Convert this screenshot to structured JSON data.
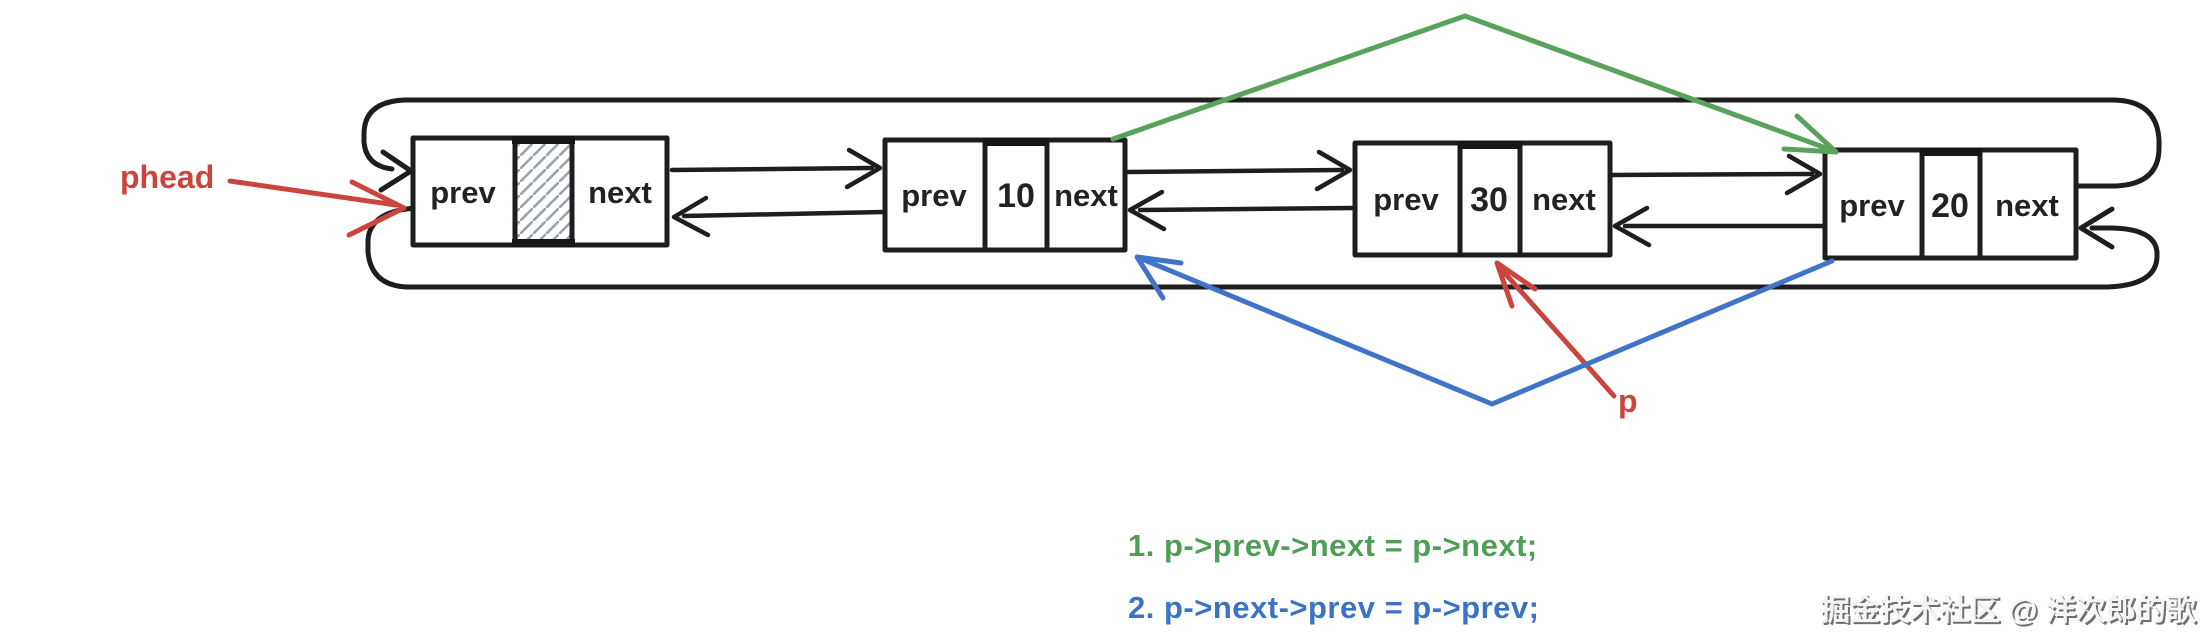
{
  "diagram": {
    "head_pointer": {
      "label": "phead"
    },
    "p_pointer": {
      "label": "p"
    },
    "nodes": [
      {
        "prev": "prev",
        "value": "",
        "next": "next",
        "value_hatched": true
      },
      {
        "prev": "prev",
        "value": "10",
        "next": "next",
        "value_hatched": false
      },
      {
        "prev": "prev",
        "value": "30",
        "next": "next",
        "value_hatched": false
      },
      {
        "prev": "prev",
        "value": "20",
        "next": "next",
        "value_hatched": false
      }
    ],
    "operations": [
      {
        "text": "1. p->prev->next = p->next;",
        "color": "#4e9e58"
      },
      {
        "text": "2. p->next->prev = p->prev;",
        "color": "#3a72c4"
      }
    ],
    "colors": {
      "ink": "#1e1e1e",
      "red": "#c9453e",
      "green": "#5aa25c",
      "blue": "#3f74c8",
      "hatch": "#9aa4ad"
    },
    "watermark": {
      "text": "掘金技术社区 @ 洋次郎的歌",
      "fill": "#f5f5f5",
      "shadow": "#6f6f6f"
    }
  }
}
